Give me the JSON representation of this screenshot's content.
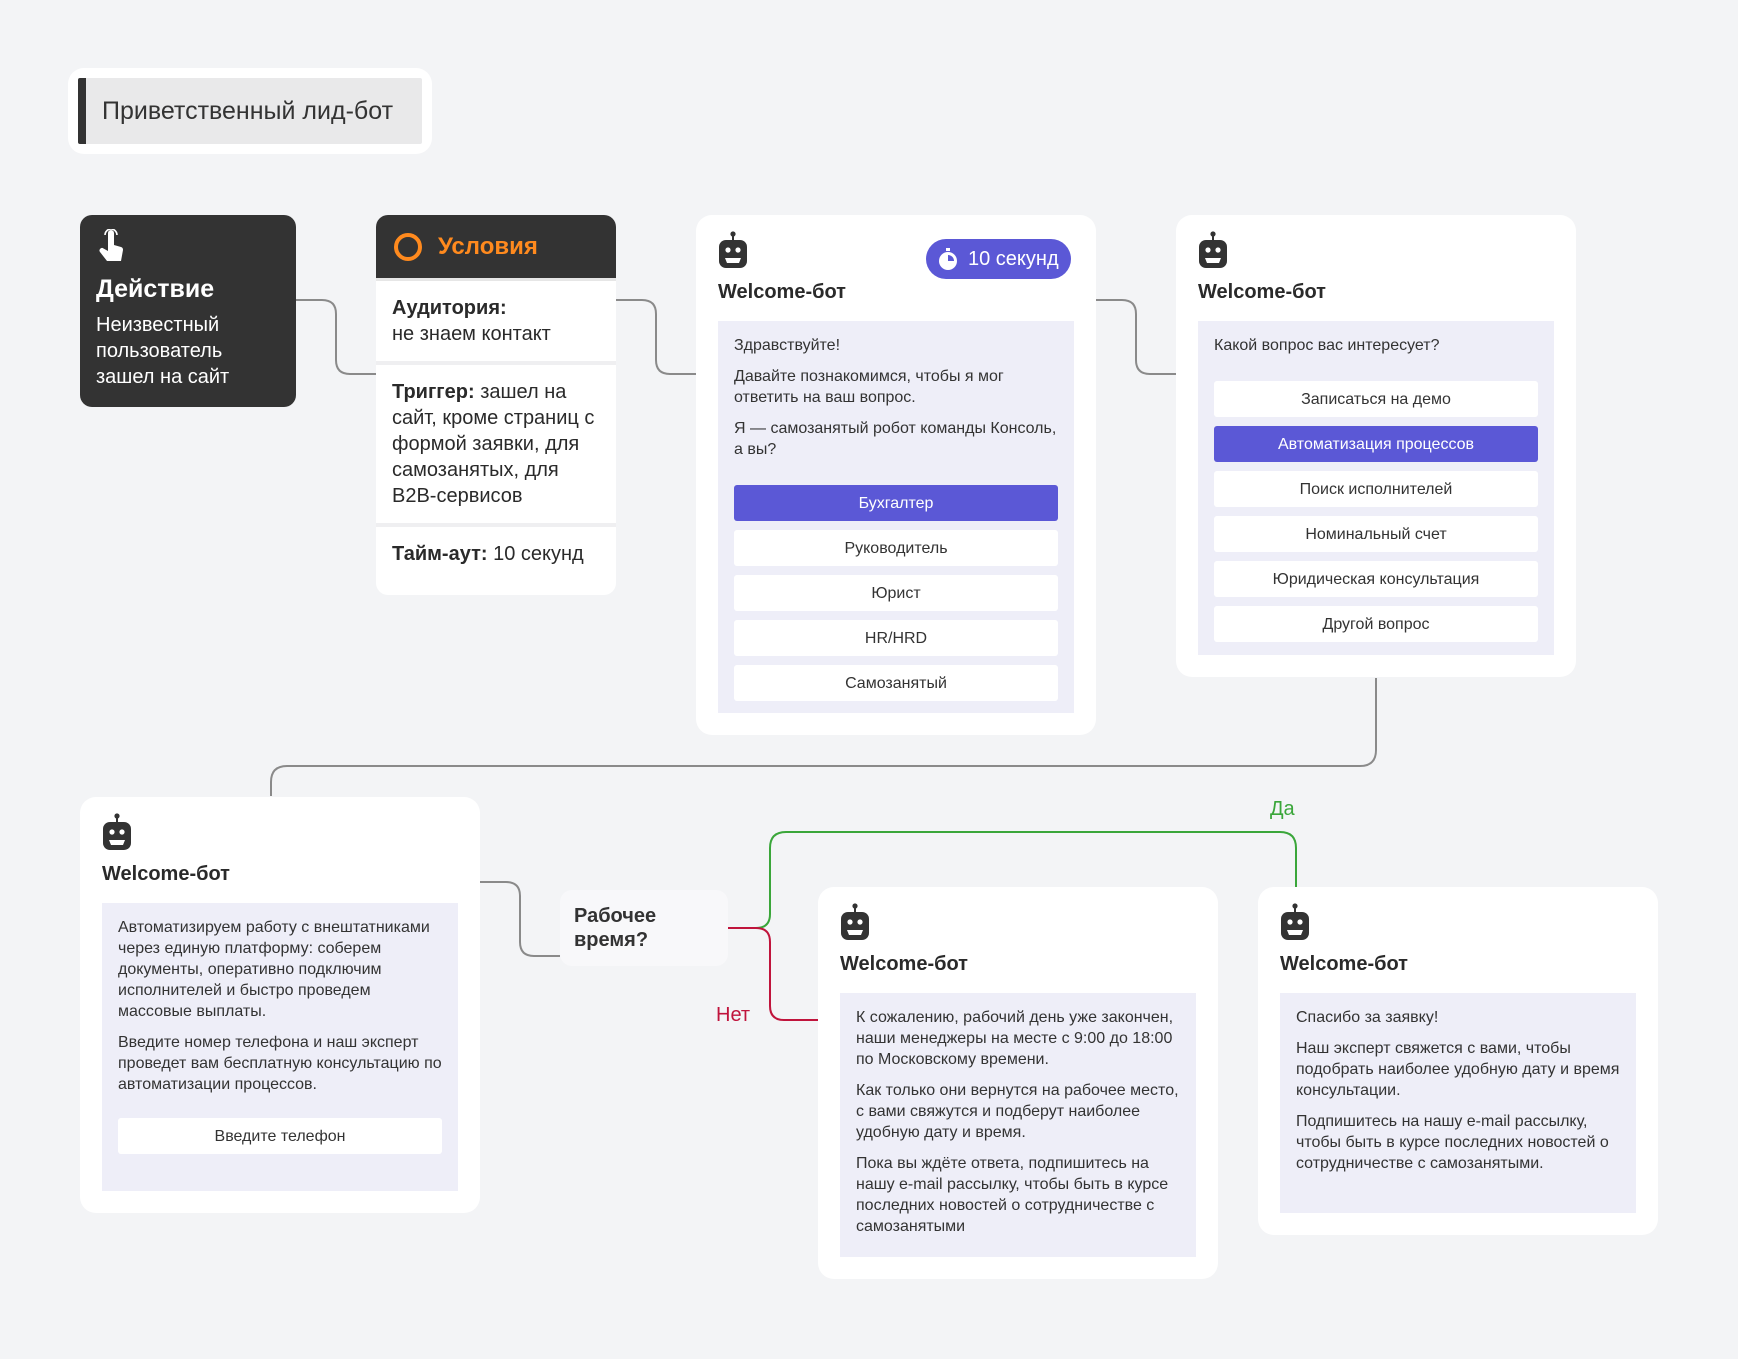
{
  "title": "Приветственный лид-бот",
  "action": {
    "icon": "hand-pointer-icon",
    "heading": "Действие",
    "text": "Неизвестный пользователь зашел на сайт"
  },
  "conditions": {
    "icon": "circle-icon",
    "heading": "Условия",
    "audience_label": "Аудитория:",
    "audience_value": "не знаем контакт",
    "trigger_label": "Триггер:",
    "trigger_value": "зашел на сайт, кроме страниц с формой заявки, для самозанятых, для B2B-сервисов",
    "timeout_label": "Тайм-аут:",
    "timeout_value": "10 секунд"
  },
  "bot1": {
    "name": "Welcome-бот",
    "timer": "10 секунд",
    "lines": [
      "Здравствуйте!",
      "Давайте познакомимся, чтобы я мог ответить на ваш вопрос.",
      "Я — самозанятый робот команды Консоль, а вы?"
    ],
    "options": [
      "Бухгалтер",
      "Руководитель",
      "Юрист",
      "HR/HRD",
      "Самозанятый"
    ],
    "selected": 0
  },
  "bot2": {
    "name": "Welcome-бот",
    "lines": [
      "Какой вопрос вас интересует?"
    ],
    "options": [
      "Записаться на демо",
      "Автоматизация процессов",
      "Поиск исполнителей",
      "Номинальный счет",
      "Юридическая консультация",
      "Другой вопрос"
    ],
    "selected": 1
  },
  "bot3": {
    "name": "Welcome-бот",
    "lines": [
      "Автоматизируем работу с внештатниками через единую платформу: соберем документы, оперативно подключим исполнителей и быстро проведем массовые выплаты.",
      "Введите номер телефона и наш эксперт проведет вам бесплатную консультацию по автоматизации процессов."
    ],
    "input_placeholder": "Введите телефон"
  },
  "work_time": "Рабочее время?",
  "yes_label": "Да",
  "no_label": "Нет",
  "bot4": {
    "name": "Welcome-бот",
    "lines": [
      "К сожалению, рабочий день уже закончен, наши менеджеры на месте с 9:00 до 18:00 по Московскому времени.",
      "Как только они вернутся на рабочее место, с вами свяжутся и подберут наиболее удобную дату и время.",
      "Пока вы ждёте ответа, подпишитесь на нашу e-mail рассылку, чтобы быть в курсе последних новостей о сотрудничестве с самозанятыми"
    ]
  },
  "bot5": {
    "name": "Welcome-бот",
    "lines": [
      "Спасибо за заявку!",
      "Наш эксперт свяжется с вами, чтобы подобрать наиболее удобную дату и время консультации.",
      "Подпишитесь на нашу e-mail рассылку, чтобы быть в курсе последних новостей о сотрудничестве с самозанятыми."
    ]
  },
  "colors": {
    "accent": "#5b58d6",
    "dark": "#333333",
    "orange": "#ff8a1e",
    "yes": "#3aa63a",
    "no": "#c0143c"
  }
}
